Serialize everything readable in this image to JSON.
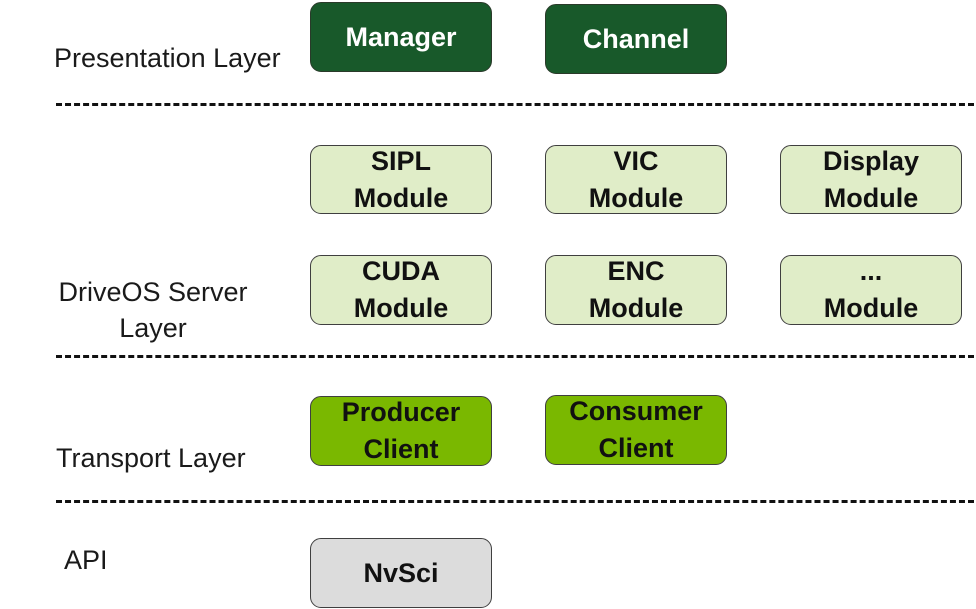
{
  "colors": {
    "presentation_fill": "#18592a",
    "server_fill": "#e0edc8",
    "transport_fill": "#7ab800",
    "api_fill": "#dcdcdc"
  },
  "layers": {
    "presentation": {
      "label": "Presentation Layer",
      "boxes": [
        "Manager",
        "Channel"
      ]
    },
    "server": {
      "label": "DriveOS Server\nLayer",
      "boxes": [
        "SIPL\nModule",
        "VIC\nModule",
        "Display\nModule",
        "CUDA\nModule",
        "ENC\nModule",
        "...\nModule"
      ]
    },
    "transport": {
      "label": "Transport Layer",
      "boxes": [
        "Producer\nClient",
        "Consumer\nClient"
      ]
    },
    "api": {
      "label": "API",
      "boxes": [
        "NvSci"
      ]
    }
  }
}
